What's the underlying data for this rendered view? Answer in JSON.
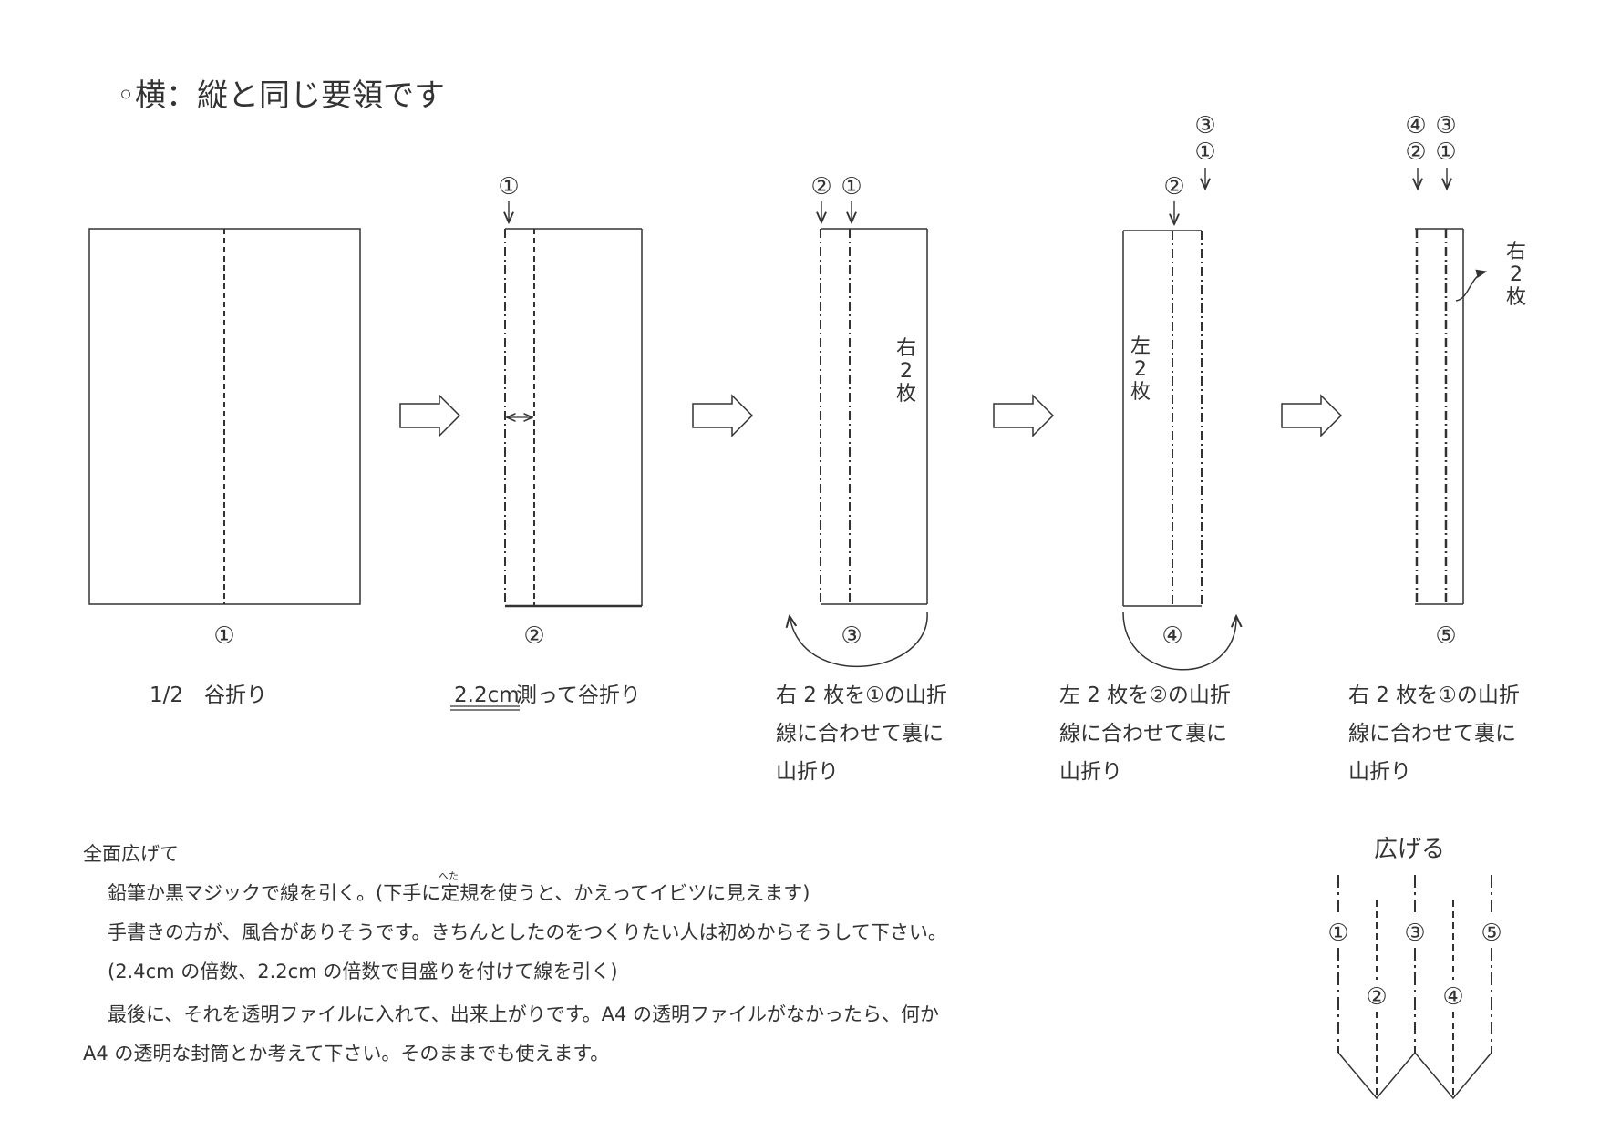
{
  "heading": "◦横：縦と同じ要領です",
  "steps": [
    {
      "marker": "①",
      "caption_lines": [
        "1/2　谷折り"
      ]
    },
    {
      "marker": "②",
      "measure": "2.2cm",
      "caption_rest": " 測って谷折り"
    },
    {
      "marker": "③",
      "caption_lines": [
        "右 2 枚を①の山折",
        "線に合わせて裏に",
        "山折り"
      ],
      "side_label": [
        "右",
        "2",
        "枚"
      ]
    },
    {
      "marker": "④",
      "caption_lines": [
        "左 2 枚を②の山折",
        "線に合わせて裏に",
        "山折り"
      ],
      "side_label": [
        "左",
        "2",
        "枚"
      ]
    },
    {
      "marker": "⑤",
      "caption_lines": [
        "右 2 枚を①の山折",
        "線に合わせて裏に",
        "山折り"
      ],
      "side_label": [
        "右",
        "2",
        "枚"
      ]
    }
  ],
  "fold_markers": {
    "p2": [
      "①"
    ],
    "p3": [
      "②",
      "①"
    ],
    "p4_top": [
      "③",
      "①"
    ],
    "p4_mid": "②",
    "p5": [
      "④",
      "③",
      "②",
      "①"
    ]
  },
  "notes": {
    "line1": "全面広げて",
    "line2_pre": "鉛筆か黒マジックで線を引く。(",
    "line2_ruby_base": "下手",
    "line2_ruby": "へた",
    "line2_post": "に定規を使うと、かえってイビツに見えます)",
    "line3": "手書きの方が、風合がありそうです。きちんとしたのをつくりたい人は初めからそうして下さい。",
    "line4": "(2.4cm の倍数、2.2cm の倍数で目盛りを付けて線を引く)",
    "line5": "最後に、それを透明ファイルに入れて、出来上がりです。A4 の透明ファイルがなかったら、何か",
    "line6": "A4 の透明な封筒とか考えて下さい。そのままでも使えます。"
  },
  "unfold": {
    "title": "広げる",
    "labels": [
      "①",
      "②",
      "③",
      "④",
      "⑤"
    ]
  }
}
